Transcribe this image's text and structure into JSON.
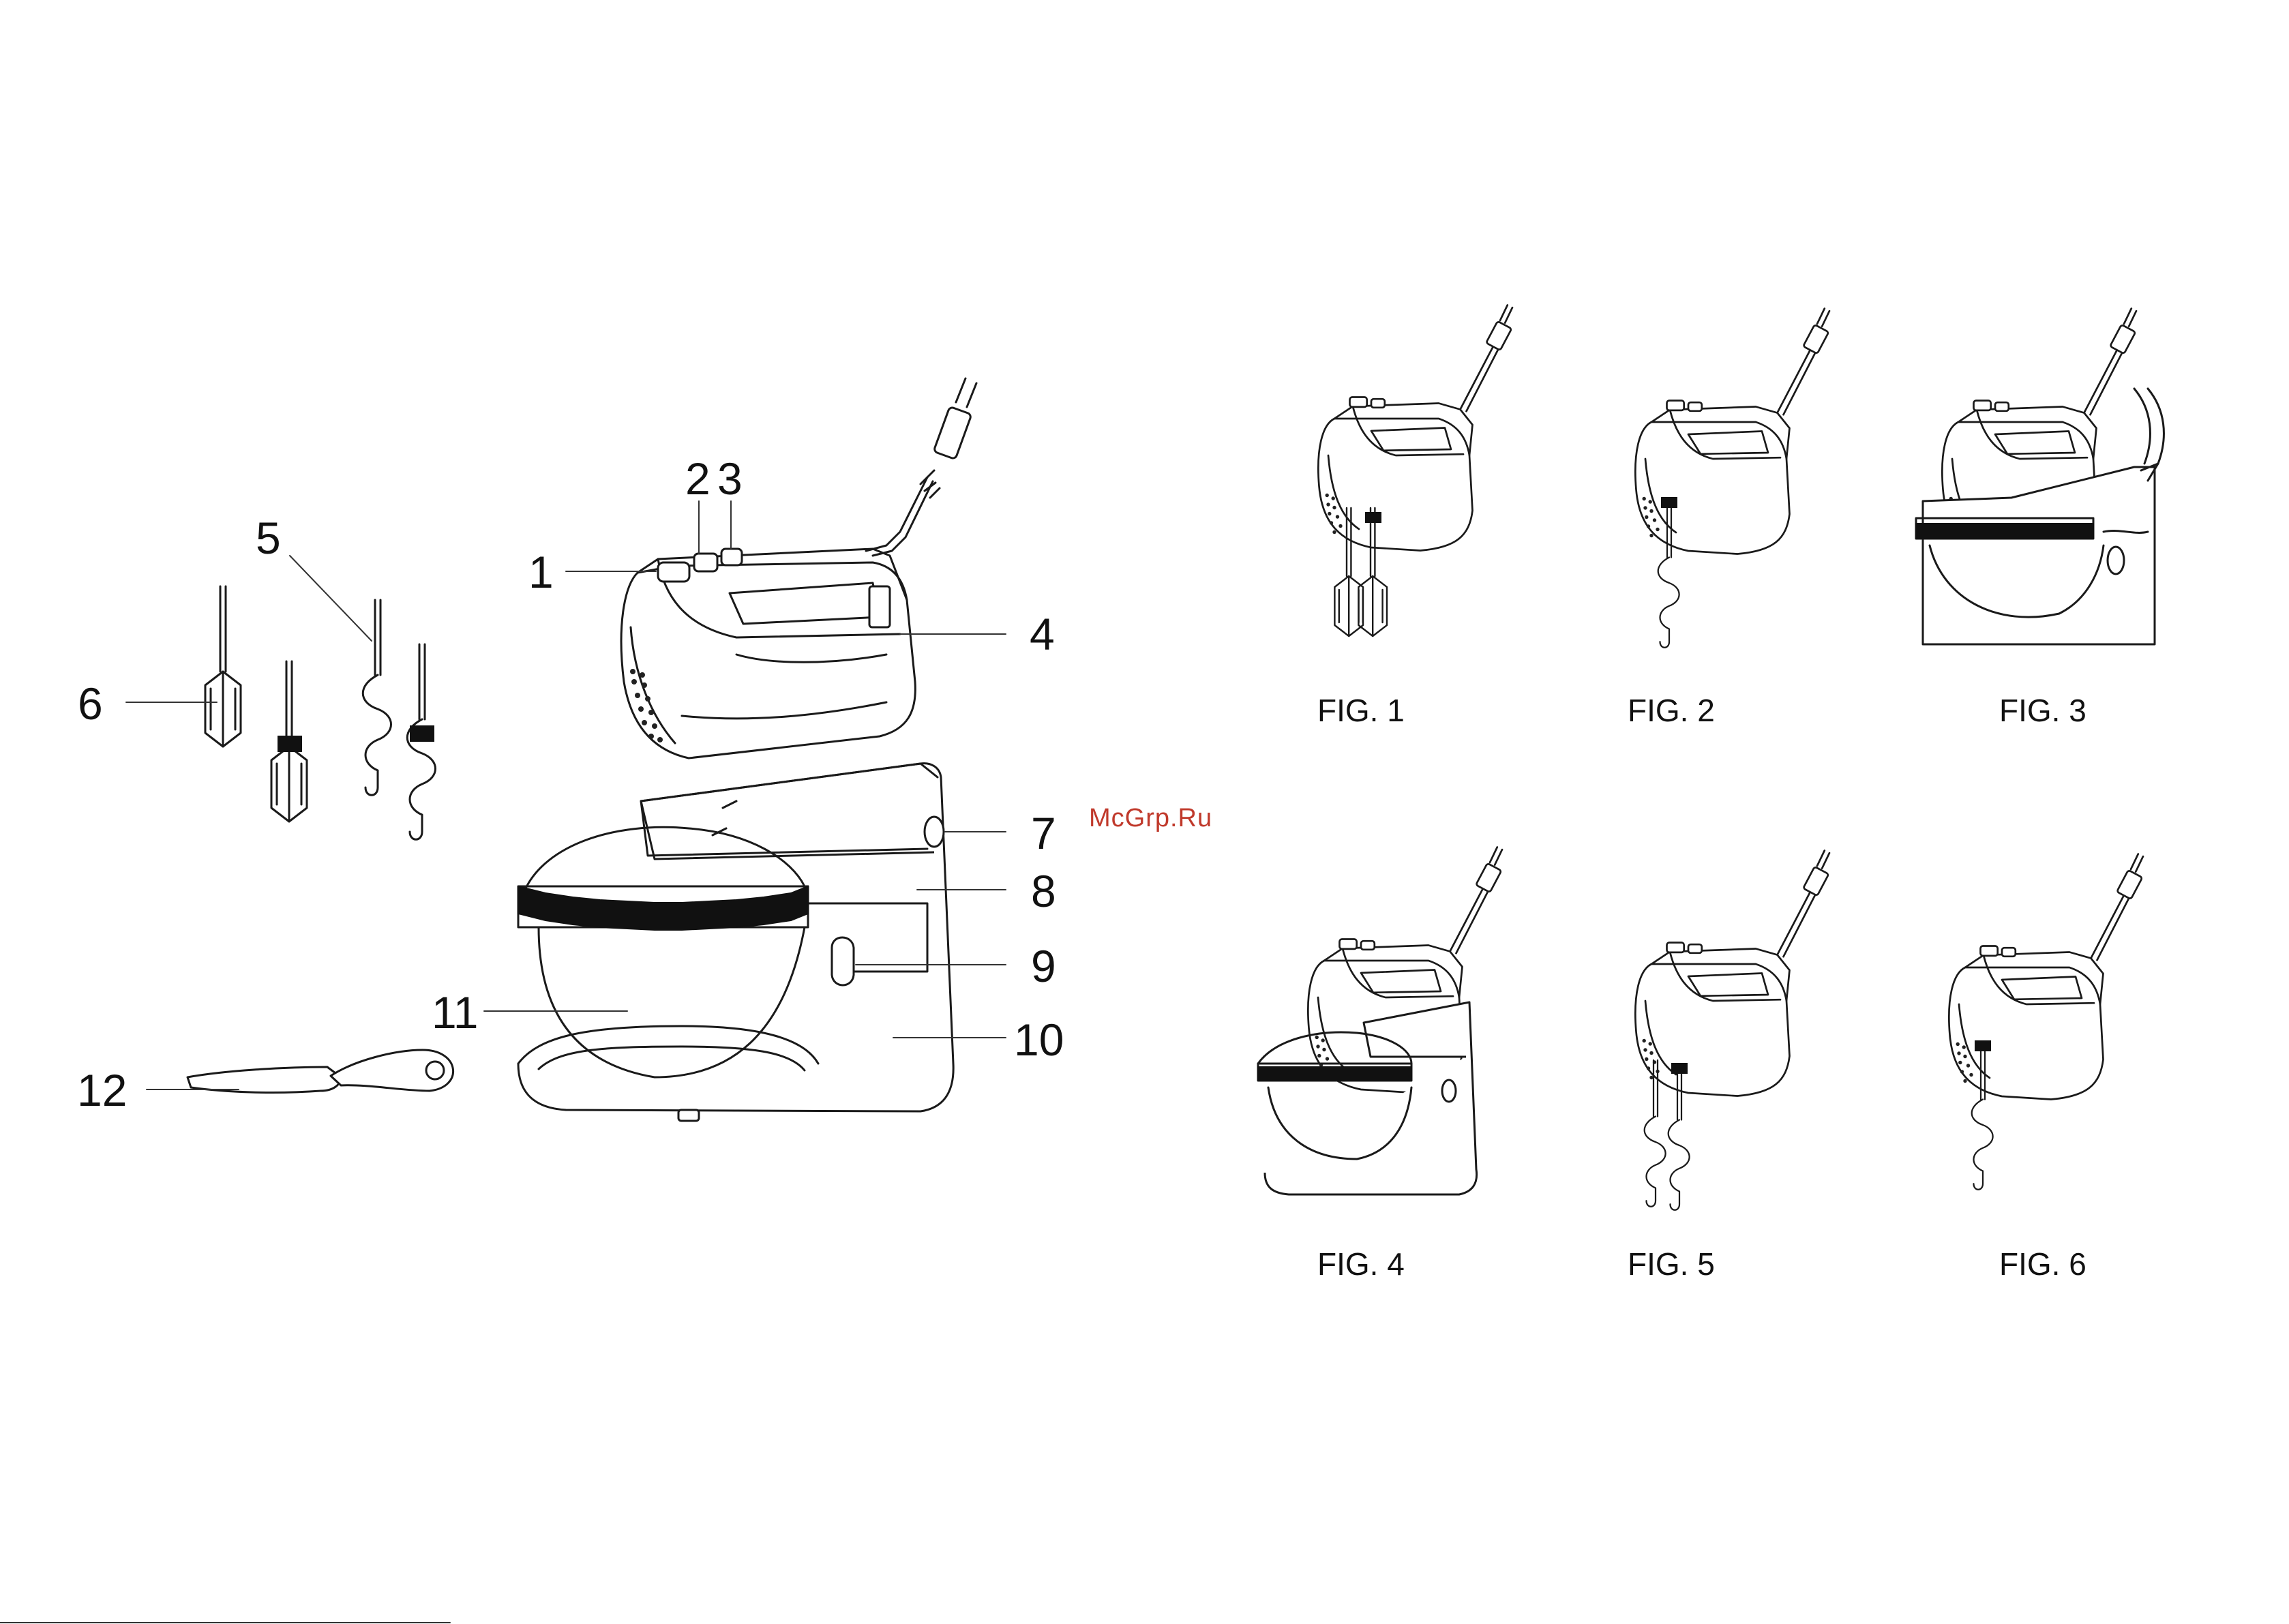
{
  "watermark": {
    "text": "McGrp.Ru",
    "color": "#c0392b"
  },
  "parts_diagram": {
    "callouts": [
      {
        "key": "c1",
        "label": "1"
      },
      {
        "key": "c2",
        "label": "2"
      },
      {
        "key": "c3",
        "label": "3"
      },
      {
        "key": "c4",
        "label": "4"
      },
      {
        "key": "c5",
        "label": "5"
      },
      {
        "key": "c6",
        "label": "6"
      },
      {
        "key": "c7",
        "label": "7"
      },
      {
        "key": "c8",
        "label": "8"
      },
      {
        "key": "c9",
        "label": "9"
      },
      {
        "key": "c10",
        "label": "10"
      },
      {
        "key": "c11",
        "label": "11"
      },
      {
        "key": "c12",
        "label": "12"
      }
    ]
  },
  "figures": [
    {
      "label": "FIG. 1"
    },
    {
      "label": "FIG. 2"
    },
    {
      "label": "FIG. 3"
    },
    {
      "label": "FIG. 4"
    },
    {
      "label": "FIG. 5"
    },
    {
      "label": "FIG. 6"
    }
  ],
  "colors": {
    "line": "#1a1a1a",
    "background": "#ffffff",
    "accent_black": "#111111"
  }
}
